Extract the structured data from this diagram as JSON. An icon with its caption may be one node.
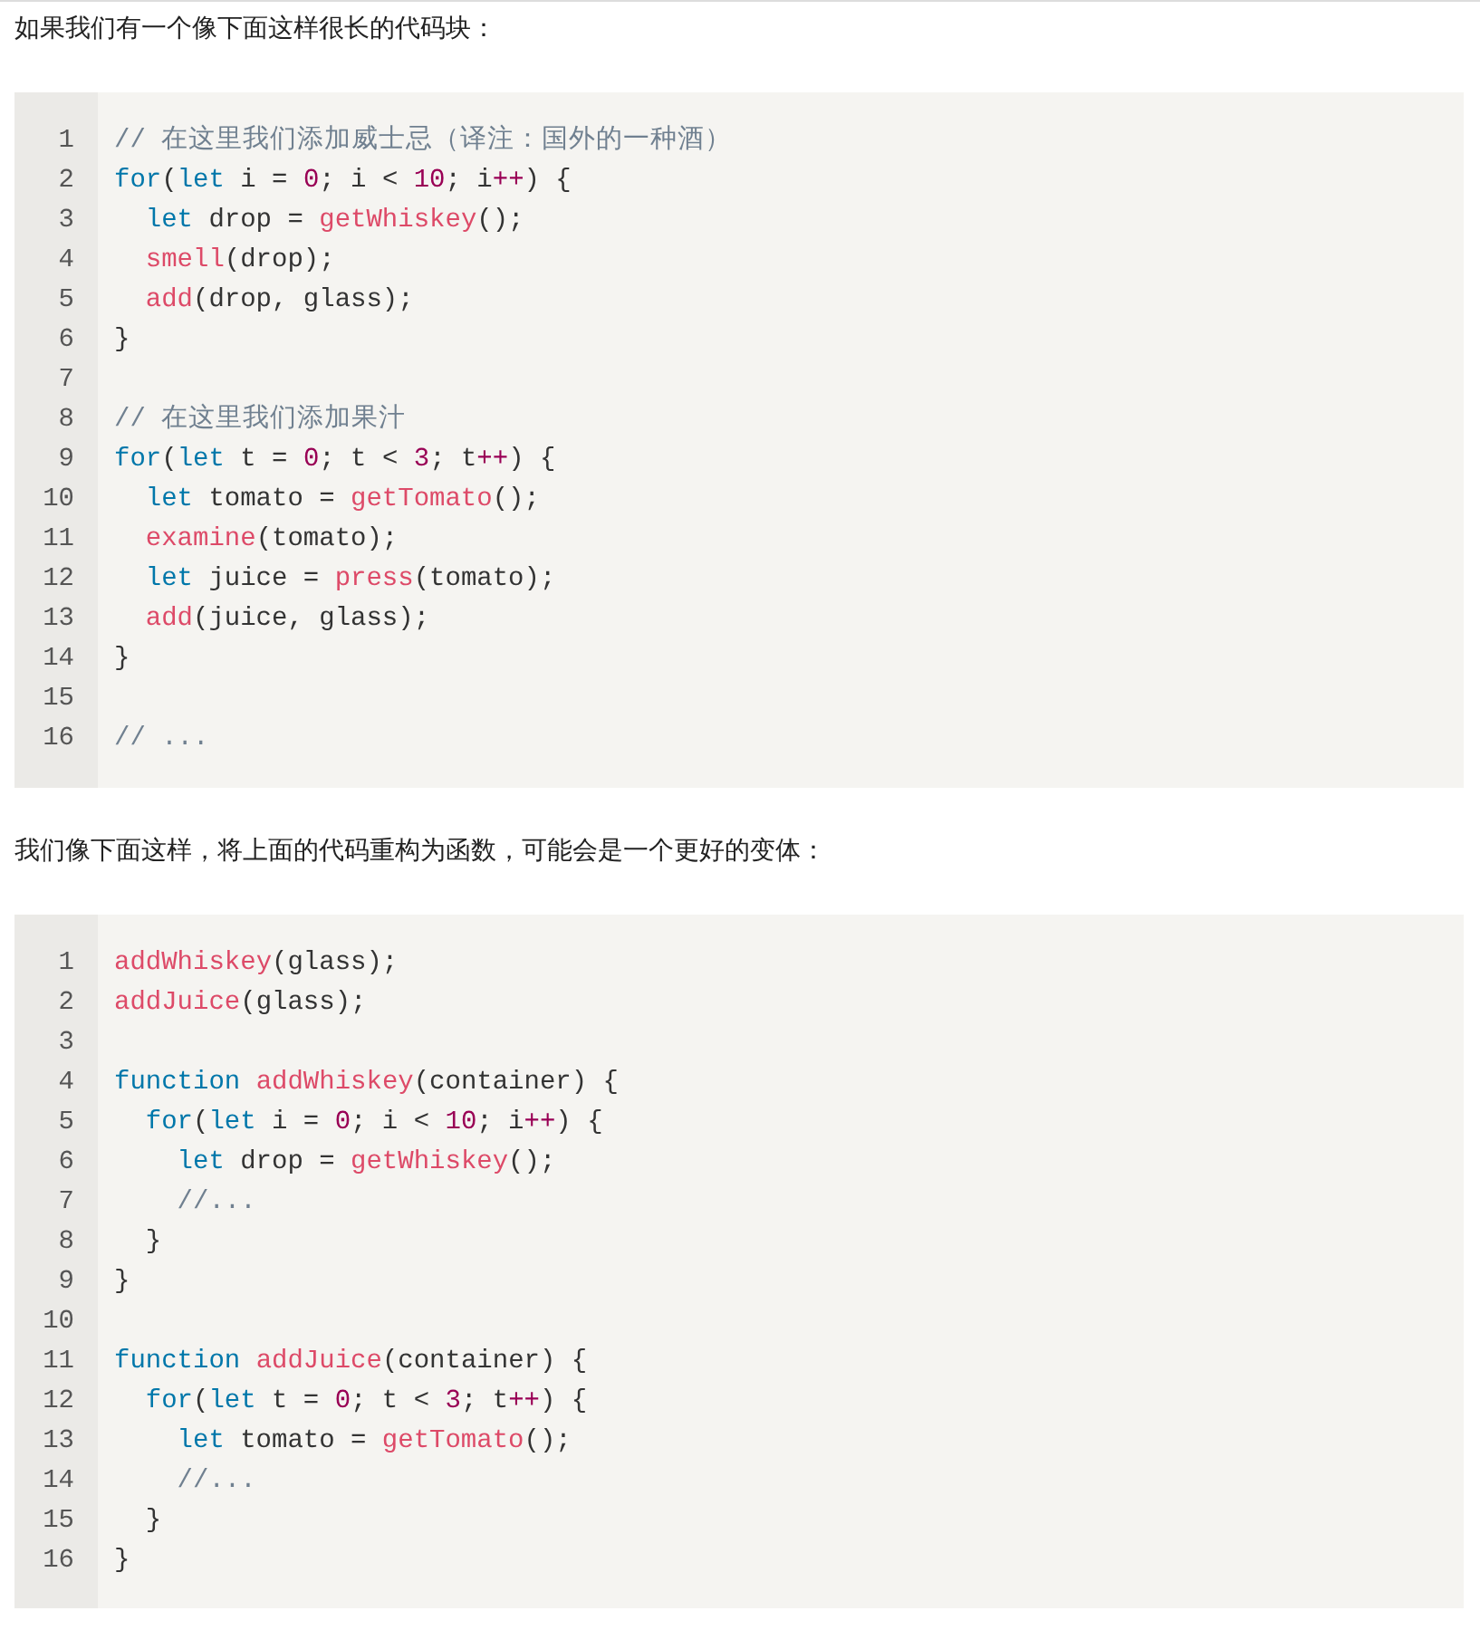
{
  "diagram": {
    "labels": [
      "如果我们有一个像下面这样很长的代码块：",
      "1",
      "// 在这里我们添加威士忌（译注：国外的一种酒）",
      "2",
      "for(let i = 0; i < 10; i++) {",
      "3",
      "let drop = getWhiskey();",
      "4",
      "smell(drop);",
      "5",
      "add(drop, glass);",
      "6",
      "}",
      "7",
      "8",
      "// 在这里我们添加果汁",
      "9",
      "for(let t = 0; t < 3; t++) {",
      "10",
      "let tomato = getTomato();",
      "11",
      "examine(tomato);",
      "12",
      "let juice = press(tomato);",
      "13",
      "add(juice, glass);",
      "14",
      "}",
      "15",
      "16",
      "// ...",
      "我们像下面这样，将上面的代码重构为函数，可能会是一个更好的变体：",
      "1",
      "addWhiskey(glass);",
      "2",
      "addJuice(glass);",
      "3",
      "4",
      "function addWhiskey(container) {",
      "5",
      "for(let i = 0; i < 10; i++) {",
      "6",
      "let drop = getWhiskey();",
      "7",
      "//...",
      "8",
      "}",
      "9",
      "}",
      "10",
      "11",
      "function addJuice(container) {",
      "12",
      "for(let t = 0; t < 3; t++) {",
      "13",
      "let tomato = getTomato();",
      "14",
      "//...",
      "15",
      "}",
      "16",
      "}"
    ]
  }
}
